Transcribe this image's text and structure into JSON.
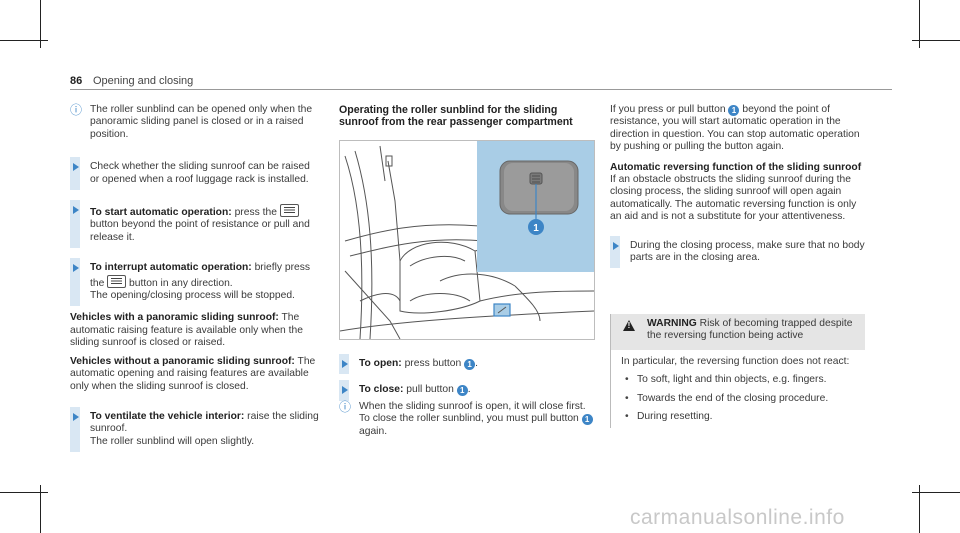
{
  "header": {
    "page_number": "86",
    "section": "Opening and closing"
  },
  "col1": {
    "info1": "The roller sunblind can be opened only when the panoramic sliding panel is closed or in a raised position.",
    "step1": "Check whether the sliding sunroof can be raised or opened when a roof luggage rack is installed.",
    "step2_bold": "To start automatic operation:",
    "step2_text_a": " press the ",
    "step2_text_b": " button beyond the point of resistance or pull and release it.",
    "step3_bold": "To interrupt automatic operation:",
    "step3_text_a": " briefly press the ",
    "step3_text_b": " button in any direction.",
    "step3_text_c": "The opening/closing process will be stopped.",
    "vehicles_with_bold": "Vehicles with a panoramic sliding sunroof:",
    "vehicles_with_text": " The automatic raising feature is available only when the sliding sunroof is closed or raised.",
    "vehicles_without_bold": "Vehicles without a panoramic sliding sunroof:",
    "vehicles_without_text": " The automatic opening and raising features are available only when the sliding sunroof is closed.",
    "step4_bold": "To ventilate the vehicle interior:",
    "step4_text_a": " raise the sliding sunroof.",
    "step4_text_b": "The roller sunblind will open slightly."
  },
  "col2": {
    "heading": "Operating the roller sunblind for the sliding sunroof from the rear passenger compartment",
    "callout": "1",
    "step_open_bold": "To open:",
    "step_open_text": " press button ",
    "step_close_bold": "To close:",
    "step_close_text": " pull button ",
    "info_text_a": "When the sliding sunroof is open, it will close first. To close the roller sunblind, you must pull button ",
    "info_text_b": " again."
  },
  "col3": {
    "para1_a": "If you press or pull button ",
    "para1_b": " beyond the point of resistance, you will start automatic operation in the direction in question. You can stop automatic operation by pushing or pulling the button again.",
    "heading": "Automatic reversing function of the sliding sunroof",
    "para2": "If an obstacle obstructs the sliding sunroof during the closing process, the sliding sunroof will open again automatically. The automatic reversing function is only an aid and is not a substitute for your attentiveness.",
    "step": "During the closing process, make sure that no body parts are in the closing area.",
    "warning_label": "WARNING",
    "warning_title": " Risk of becoming trapped despite the reversing function being active",
    "warning_intro": "In particular, the reversing function does not react:",
    "bullets": [
      "To soft, light and thin objects, e.g. fingers.",
      "Towards the end of the closing procedure.",
      "During resetting."
    ]
  },
  "watermark": "carmanualsonline.info",
  "colors": {
    "accent": "#3d85c6",
    "step_bar": "#d9e7f3",
    "figure_panel": "#a9cde6"
  }
}
